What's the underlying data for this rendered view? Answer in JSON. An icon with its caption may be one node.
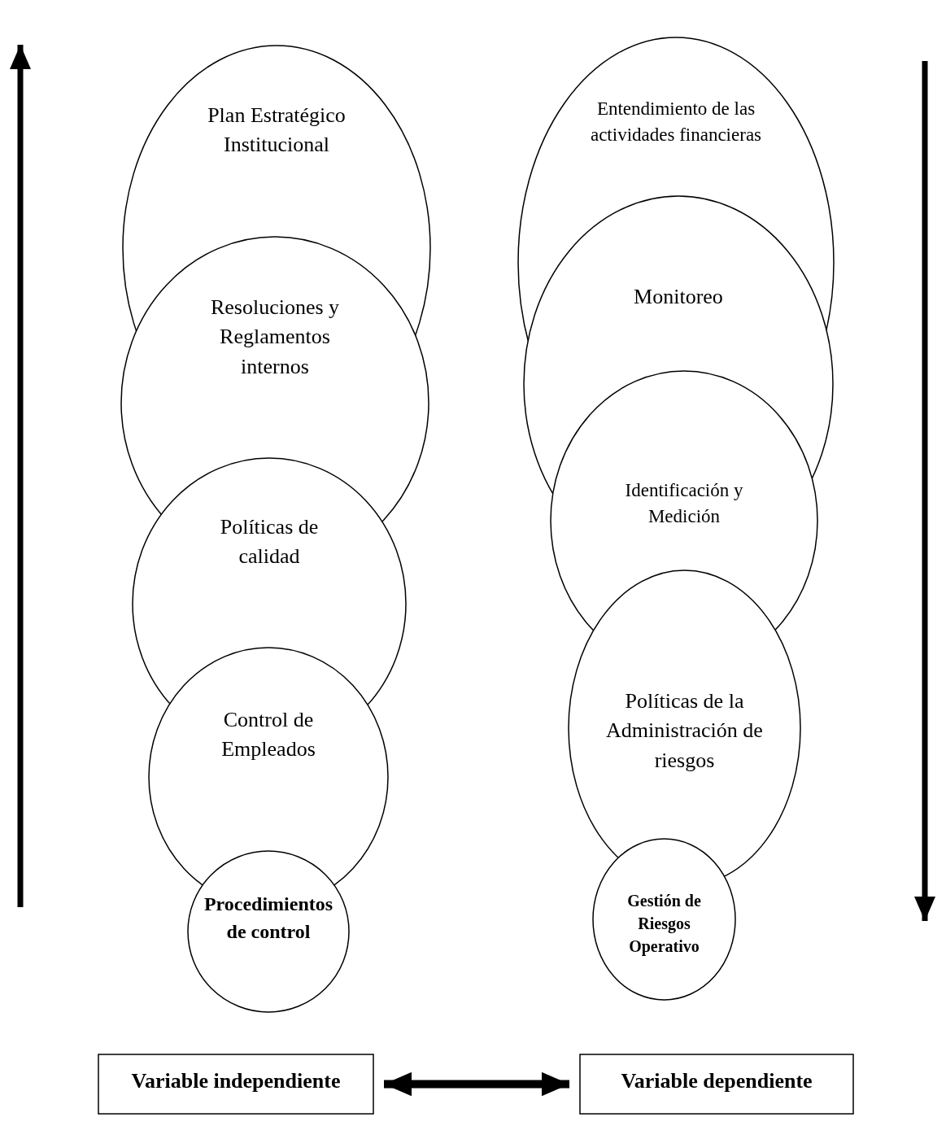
{
  "diagram": {
    "nodes": [
      {
        "text": [
          "Plan Estratégico Institucional"
        ]
      },
      {
        "text": [
          "Resoluciones y Reglamentos internos"
        ]
      },
      {
        "text": [
          "Políticas de calidad"
        ]
      },
      {
        "text": [
          "Control de Empleados"
        ]
      },
      {
        "text": [
          "Procedimientos de control"
        ]
      },
      {
        "text": [
          "Entendimiento de las actividades financieras"
        ]
      },
      {
        "text": [
          "Monitoreo"
        ]
      },
      {
        "text": [
          "Identificación y Medición"
        ]
      },
      {
        "text": [
          "Políticas de la Administración de riesgos"
        ]
      },
      {
        "text": [
          "Gestión de Riesgos Operativo"
        ]
      },
      {
        "text": [
          "Variable independiente"
        ]
      },
      {
        "text": [
          "Variable dependiente"
        ]
      }
    ],
    "edges": [
      {
        "from": 10,
        "to": 11,
        "arrow": "both"
      }
    ]
  }
}
